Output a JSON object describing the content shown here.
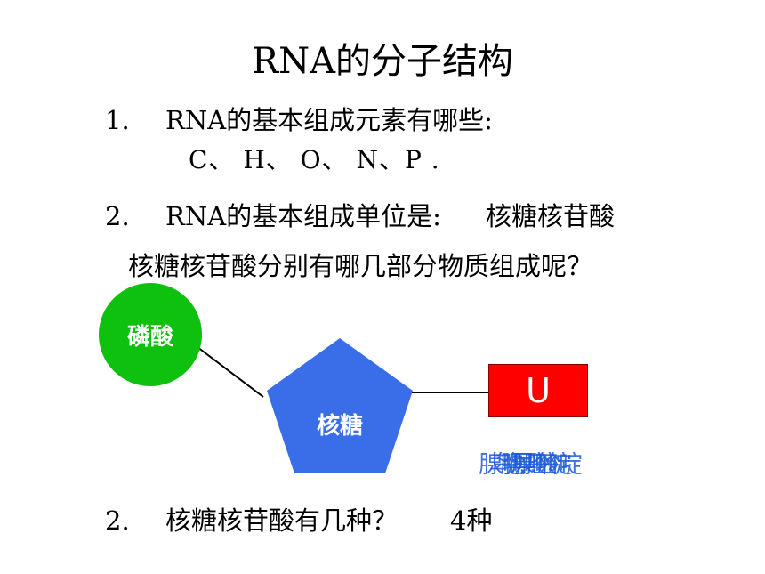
{
  "slide": {
    "title": "RNA的分子结构",
    "q1": {
      "num": "1.",
      "text": "RNA的基本组成元素有哪些:"
    },
    "elements": "C、 H、 O、 N、P .",
    "q2": {
      "num": "2.",
      "text": "RNA的基本组成单位是:",
      "answer": "核糖核苷酸"
    },
    "q3": "核糖核苷酸分别有哪几部分物质组成呢？",
    "q4": {
      "num": "2.",
      "text": "核糖核苷酸有几种？",
      "answer": "4种"
    }
  },
  "diagram": {
    "phosphate": "磷酸",
    "sugar": "核糖",
    "base_letter": "U",
    "base_names": [
      "腺嘌呤",
      "鸟嘌呤",
      "胞嘧啶",
      "尿嘧啶"
    ],
    "colors": {
      "phosphate": "#0fc10f",
      "sugar": "#3a6ee8",
      "base": "#ff0000",
      "base_text": "#1d5bd8"
    }
  }
}
